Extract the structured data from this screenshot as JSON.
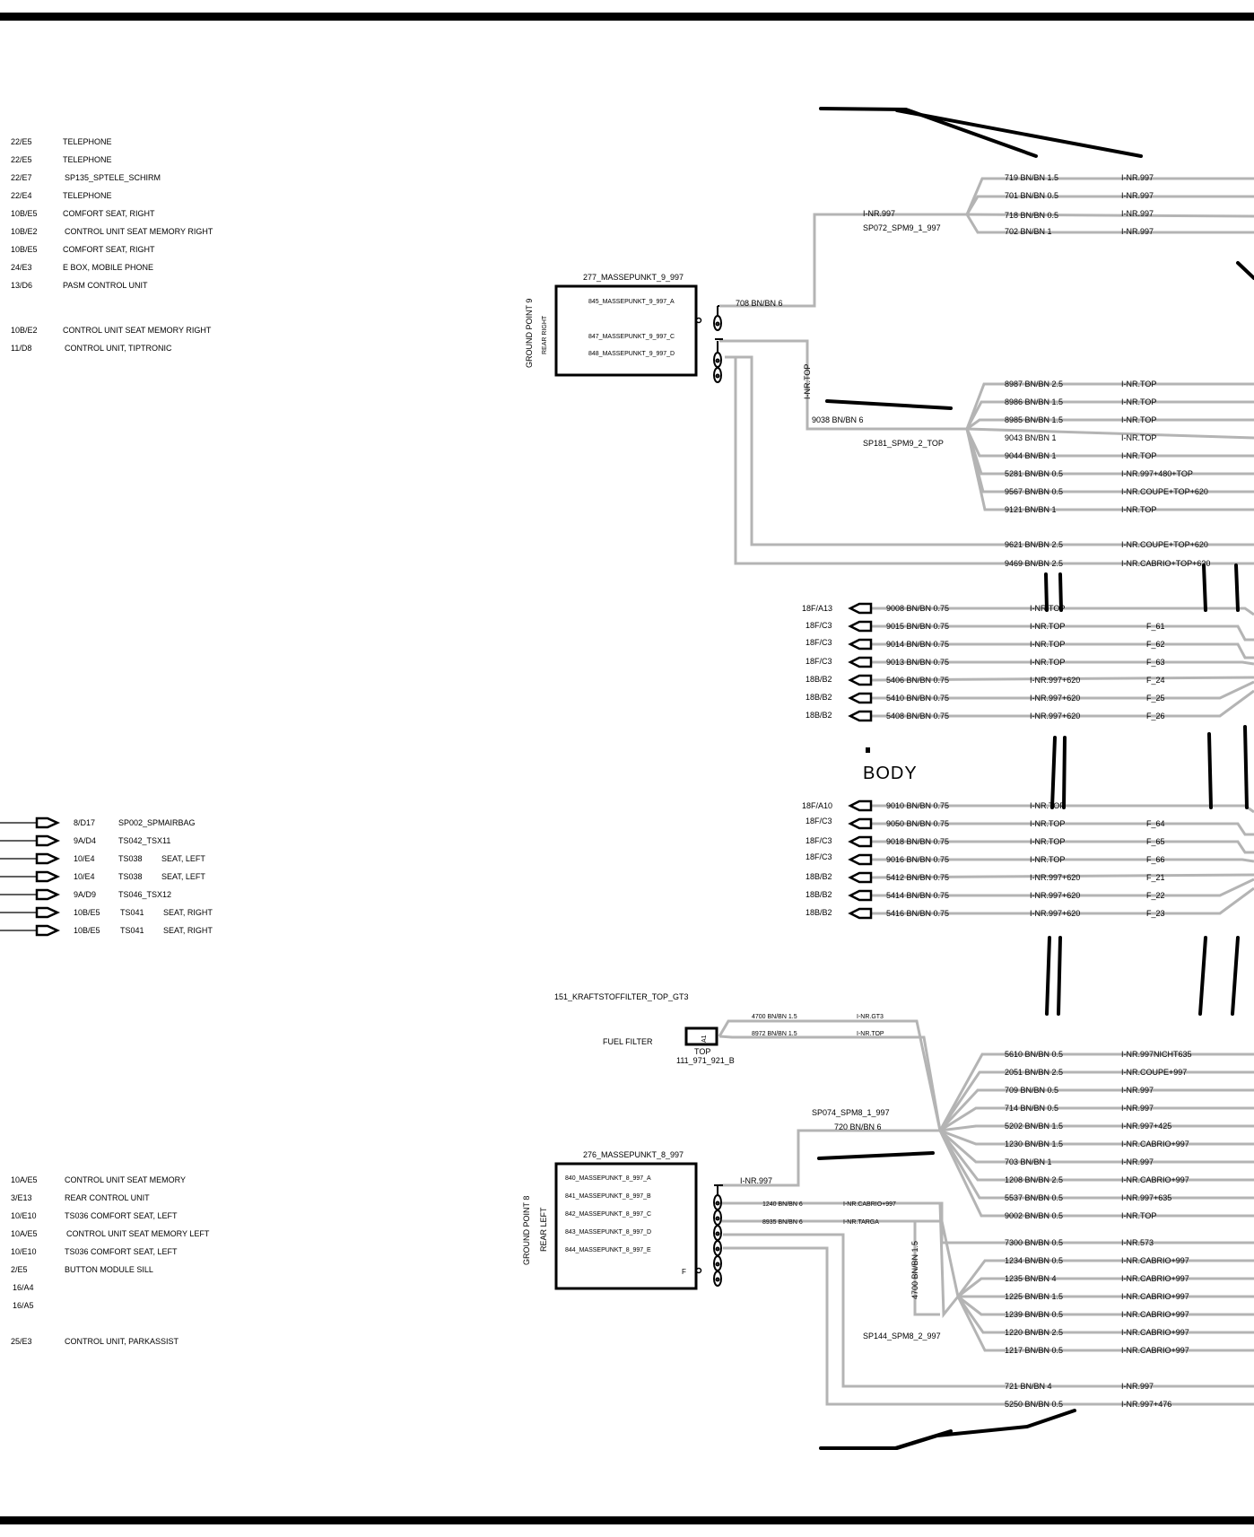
{
  "left_refs_top": [
    {
      "ref": "22/E5",
      "desc": "TELEPHONE"
    },
    {
      "ref": "22/E5",
      "desc": "TELEPHONE"
    },
    {
      "ref": "22/E7",
      "desc": "SP135_SPTELE_SCHIRM"
    },
    {
      "ref": "22/E4",
      "desc": "TELEPHONE"
    },
    {
      "ref": "10B/E5",
      "desc": "COMFORT SEAT, RIGHT"
    },
    {
      "ref": "10B/E2",
      "desc": "CONTROL UNIT SEAT MEMORY RIGHT"
    },
    {
      "ref": "10B/E5",
      "desc": "COMFORT SEAT, RIGHT"
    },
    {
      "ref": "24/E3",
      "desc": "E BOX, MOBILE PHONE"
    },
    {
      "ref": "13/D6",
      "desc": "PASM CONTROL UNIT"
    },
    {
      "ref": "10B/E2",
      "desc": "CONTROL UNIT SEAT MEMORY RIGHT"
    },
    {
      "ref": "11/D8",
      "desc": "CONTROL UNIT, TIPTRONIC"
    }
  ],
  "left_refs_bottom": [
    {
      "ref": "10A/E5",
      "desc": "CONTROL UNIT SEAT MEMORY"
    },
    {
      "ref": "3/E13",
      "desc": "REAR CONTROL UNIT"
    },
    {
      "ref": "10/E10",
      "desc": "TS036 COMFORT SEAT, LEFT"
    },
    {
      "ref": "10A/E5",
      "desc": "CONTROL UNIT SEAT MEMORY LEFT"
    },
    {
      "ref": "10/E10",
      "desc": "TS036     COMFORT SEAT, LEFT"
    },
    {
      "ref": "2/E5",
      "desc": "BUTTON  MODULE  SILL"
    },
    {
      "ref": "16/A4",
      "desc": ""
    },
    {
      "ref": "16/A5",
      "desc": ""
    },
    {
      "ref": "25/E3",
      "desc": "CONTROL UNIT, PARKASSIST"
    }
  ],
  "left_arrows": [
    {
      "ref": "8/D17",
      "ts": "SP002_SPMAIRBAG",
      "desc": ""
    },
    {
      "ref": "9A/D4",
      "ts": "TS042_TSX11",
      "desc": ""
    },
    {
      "ref": "10/E4",
      "ts": "TS038",
      "desc": "SEAT, LEFT"
    },
    {
      "ref": "10/E4",
      "ts": "TS038",
      "desc": "SEAT, LEFT"
    },
    {
      "ref": "9A/D9",
      "ts": "TS046_TSX12",
      "desc": ""
    },
    {
      "ref": "10B/E5",
      "ts": "TS041",
      "desc": "SEAT, RIGHT"
    },
    {
      "ref": "10B/E5",
      "ts": "TS041",
      "desc": "SEAT, RIGHT"
    }
  ],
  "ground9": {
    "title": "277_MASSEPUNKT_9_997",
    "side": "GROUND POINT 9",
    "side2": "REAR RIGHT",
    "pins": [
      "845_MASSEPUNKT_9_997_A",
      "847_MASSEPUNKT_9_997_C",
      "848_MASSEPUNKT_9_997_D"
    ],
    "wire1": "708 BN/BN 6",
    "wire2": "9038 BN/BN 6",
    "inr_top_vertical": "I-NR.TOP",
    "splice1_inr": "I-NR.997",
    "splice1": "SP072_SPM9_1_997",
    "splice2": "SP181_SPM9_2_TOP"
  },
  "branch1": [
    {
      "w": "719 BN/BN 1.5",
      "n": "I-NR.997"
    },
    {
      "w": "701 BN/BN 0.5",
      "n": "I-NR.997"
    },
    {
      "w": "718 BN/BN 0.5",
      "n": "I-NR.997"
    },
    {
      "w": "702 BN/BN 1",
      "n": "I-NR.997"
    }
  ],
  "branch2": [
    {
      "w": "8987 BN/BN 2.5",
      "n": "I-NR.TOP"
    },
    {
      "w": "8986 BN/BN 1.5",
      "n": "I-NR.TOP"
    },
    {
      "w": "8985 BN/BN 1.5",
      "n": "I-NR.TOP"
    },
    {
      "w": "9043 BN/BN 1",
      "n": "I-NR.TOP"
    },
    {
      "w": "9044 BN/BN 1",
      "n": "I-NR.TOP"
    },
    {
      "w": "5281 BN/BN 0.5",
      "n": "I-NR.997+480+TOP"
    },
    {
      "w": "9567 BN/BN 0.5",
      "n": "I-NR.COUPE+TOP+620"
    },
    {
      "w": "9121 BN/BN 1",
      "n": "I-NR.TOP"
    }
  ],
  "branch3": [
    {
      "w": "9621 BN/BN 2.5",
      "n": "I-NR.COUPE+TOP+620"
    },
    {
      "w": "9469 BN/BN 2.5",
      "n": "I-NR.CABRIO+TOP+620"
    }
  ],
  "conn_group1": [
    {
      "ref": "18F/A13",
      "w": "9008 BN/BN 0.75",
      "n": "I-NR.TOP",
      "f": ""
    },
    {
      "ref": "18F/C3",
      "w": "9015 BN/BN 0.75",
      "n": "I-NR.TOP",
      "f": "F_61"
    },
    {
      "ref": "18F/C3",
      "w": "9014 BN/BN 0.75",
      "n": "I-NR.TOP",
      "f": "F_62"
    },
    {
      "ref": "18F/C3",
      "w": "9013 BN/BN 0.75",
      "n": "I-NR.TOP",
      "f": "F_63"
    },
    {
      "ref": "18B/B2",
      "w": "5406 BN/BN 0.75",
      "n": "I-NR.997+620",
      "f": "F_24"
    },
    {
      "ref": "18B/B2",
      "w": "5410 BN/BN 0.75",
      "n": "I-NR.997+620",
      "f": "F_25"
    },
    {
      "ref": "18B/B2",
      "w": "5408 BN/BN 0.75",
      "n": "I-NR.997+620",
      "f": "F_26"
    }
  ],
  "body_label": "BODY",
  "conn_group2": [
    {
      "ref": "18F/A10",
      "w": "9010 BN/BN 0.75",
      "n": "I-NR.TOP",
      "f": ""
    },
    {
      "ref": "18F/C3",
      "w": "9050 BN/BN 0.75",
      "n": "I-NR.TOP",
      "f": "F_64"
    },
    {
      "ref": "18F/C3",
      "w": "9018 BN/BN 0.75",
      "n": "I-NR.TOP",
      "f": "F_65"
    },
    {
      "ref": "18F/C3",
      "w": "9016 BN/BN 0.75",
      "n": "I-NR.TOP",
      "f": "F_66"
    },
    {
      "ref": "18B/B2",
      "w": "5412 BN/BN 0.75",
      "n": "I-NR.997+620",
      "f": "F_21"
    },
    {
      "ref": "18B/B2",
      "w": "5414 BN/BN 0.75",
      "n": "I-NR.997+620",
      "f": "F_22"
    },
    {
      "ref": "18B/B2",
      "w": "5416 BN/BN 0.75",
      "n": "I-NR.997+620",
      "f": "F_23"
    }
  ],
  "fuel": {
    "title": "151_KRAFTSTOFFILTER_TOP_GT3",
    "label": "FUEL FILTER",
    "pin": "A1",
    "top": "TOP",
    "code": "111_971_921_B",
    "w1": "4700 BN/BN 1.5",
    "n1": "I-NR.GT3",
    "w2": "8972 BN/BN 1.5",
    "n2": "I-NR.TOP"
  },
  "ground8": {
    "title": "276_MASSEPUNKT_8_997",
    "side": "GROUND POINT 8",
    "side2": "REAR LEFT",
    "pins": [
      "840_MASSEPUNKT_8_997_A",
      "841_MASSEPUNKT_8_997_B",
      "842_MASSEPUNKT_8_997_C",
      "843_MASSEPUNKT_8_997_D",
      "844_MASSEPUNKT_8_997_E"
    ],
    "pin_f": "F",
    "inr": "I-NR.997",
    "splice": "SP074_SPM8_1_997",
    "splice_wire": "720 BN/BN 6",
    "w1240": "1240 BN/BN 6",
    "n1240": "I-NR.CABRIO+997",
    "w8935": "8935 BN/BN 6",
    "n8935": "I-NR.TARGA",
    "vert": "4700 BN/BN 1.5",
    "splice2": "SP144_SPM8_2_997"
  },
  "branch4": [
    {
      "w": "5610 BN/BN 0.5",
      "n": "I-NR.997NICHT635"
    },
    {
      "w": "2051 BN/BN 2.5",
      "n": "I-NR.COUPE+997"
    },
    {
      "w": "709 BN/BN 0.5",
      "n": "I-NR.997"
    },
    {
      "w": "714 BN/BN 0.5",
      "n": "I-NR.997"
    },
    {
      "w": "5202 BN/BN 1.5",
      "n": "I-NR.997+425"
    },
    {
      "w": "1230 BN/BN 1.5",
      "n": "I-NR.CABRIO+997"
    },
    {
      "w": "703 BN/BN 1",
      "n": "I-NR.997"
    },
    {
      "w": "1208 BN/BN 2.5",
      "n": "I-NR.CABRIO+997"
    },
    {
      "w": "5537 BN/BN 0.5",
      "n": "I-NR.997+635"
    },
    {
      "w": "9002 BN/BN 0.5",
      "n": "I-NR.TOP"
    }
  ],
  "wire7300": {
    "w": "7300 BN/BN 0.5",
    "n": "I-NR.573"
  },
  "branch5": [
    {
      "w": "1234 BN/BN 0.5",
      "n": "I-NR.CABRIO+997"
    },
    {
      "w": "1235 BN/BN 4",
      "n": "I-NR.CABRIO+997"
    },
    {
      "w": "1225 BN/BN 1.5",
      "n": "I-NR.CABRIO+997"
    },
    {
      "w": "1239 BN/BN 0.5",
      "n": "I-NR.CABRIO+997"
    },
    {
      "w": "1220 BN/BN 2.5",
      "n": "I-NR.CABRIO+997"
    },
    {
      "w": "1217 BN/BN 0.5",
      "n": "I-NR.CABRIO+997"
    }
  ],
  "branch6": [
    {
      "w": "721 BN/BN 4",
      "n": "I-NR.997"
    },
    {
      "w": "5250 BN/BN 0.5",
      "n": "I-NR.997+476"
    }
  ]
}
